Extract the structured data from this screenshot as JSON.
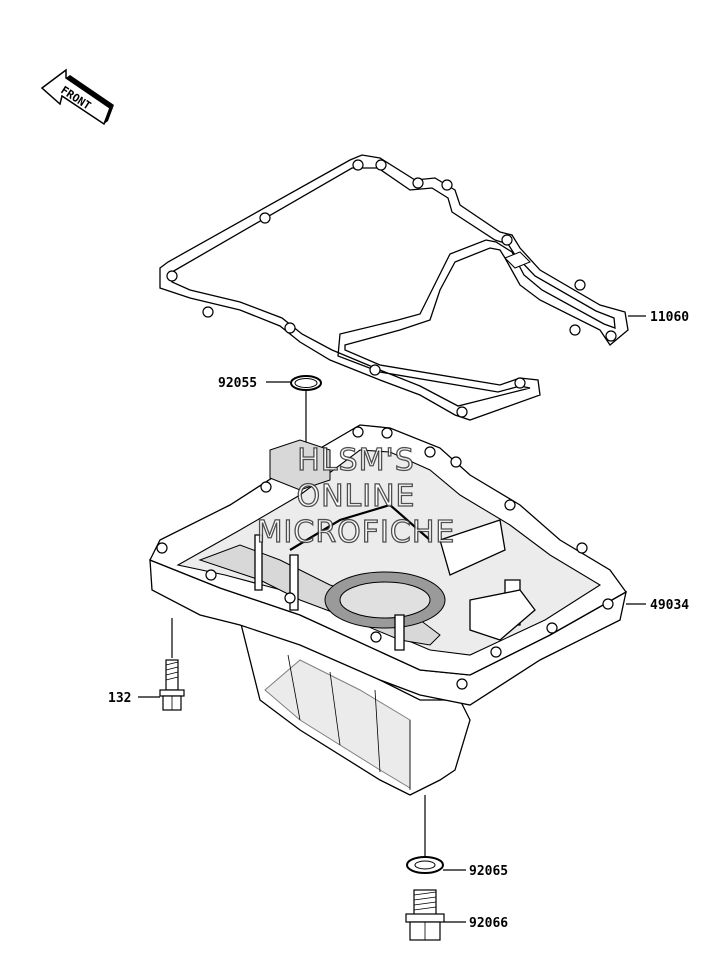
{
  "front_arrow": {
    "text": "FRONT"
  },
  "parts": [
    {
      "id": "11060",
      "label": "11060"
    },
    {
      "id": "92055",
      "label": "92055"
    },
    {
      "id": "49034",
      "label": "49034"
    },
    {
      "id": "132",
      "label": "132"
    },
    {
      "id": "92065",
      "label": "92065"
    },
    {
      "id": "92066",
      "label": "92066"
    }
  ],
  "watermark": {
    "line1": "HLSM'S",
    "line2": "ONLINE",
    "line3": "MICROFICHE"
  }
}
